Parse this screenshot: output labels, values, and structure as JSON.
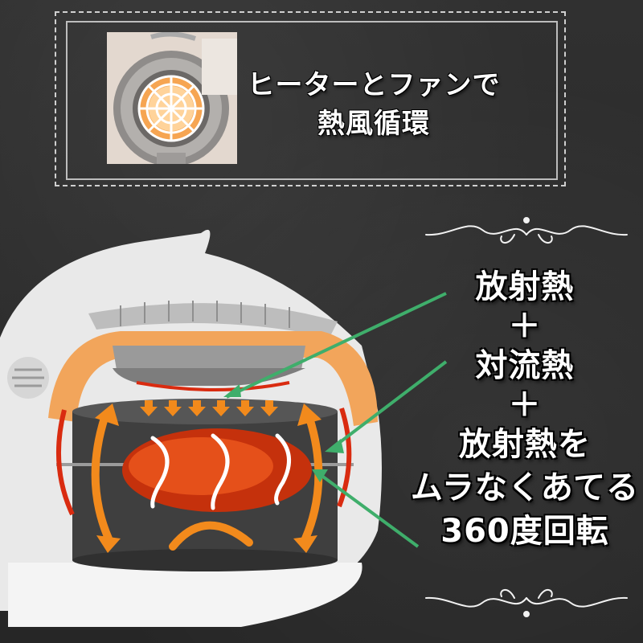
{
  "header": {
    "line1": "ヒーターとファンで",
    "line2": "熱風循環"
  },
  "features": {
    "item1": "放射熱",
    "plus1": "＋",
    "item2": "対流熱",
    "plus2": "＋",
    "item3": "放射熱を",
    "item4": "ムラなくあてる",
    "item5": "360度回転"
  },
  "colors": {
    "chalkboard": "#2b2b2b",
    "arrow_orange": "#f28a1c",
    "arrow_white": "#ffffff",
    "pointer_green": "#3fae6b",
    "heat_red": "#d92b10"
  }
}
